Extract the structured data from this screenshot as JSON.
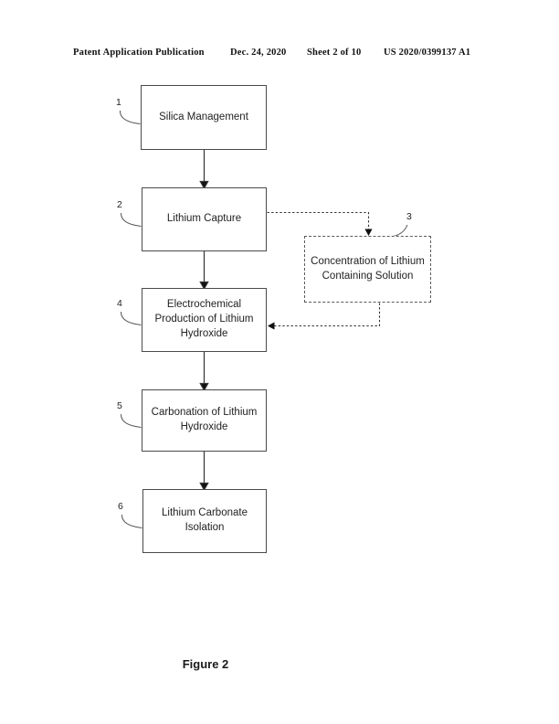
{
  "header": {
    "publication": "Patent Application Publication",
    "date": "Dec. 24, 2020",
    "sheet": "Sheet 2 of 10",
    "patent_number": "US 2020/0399137 A1"
  },
  "figure": {
    "caption": "Figure 2"
  },
  "flowchart": {
    "boxes": [
      {
        "ref": "1",
        "style": "solid",
        "lines": [
          "Silica Management"
        ]
      },
      {
        "ref": "2",
        "style": "solid",
        "lines": [
          "Lithium Capture"
        ]
      },
      {
        "ref": "3",
        "style": "dashed",
        "lines": [
          "Concentration of Lithium",
          "Containing Solution"
        ]
      },
      {
        "ref": "4",
        "style": "solid",
        "lines": [
          "Electrochemical",
          "Production of Lithium",
          "Hydroxide"
        ]
      },
      {
        "ref": "5",
        "style": "solid",
        "lines": [
          "Carbonation of Lithium",
          "Hydroxide"
        ]
      },
      {
        "ref": "6",
        "style": "solid",
        "lines": [
          "Lithium Carbonate",
          "Isolation"
        ]
      }
    ],
    "connections": [
      {
        "from": "1",
        "to": "2",
        "style": "solid"
      },
      {
        "from": "2",
        "to": "3",
        "style": "dashed"
      },
      {
        "from": "2",
        "to": "4",
        "style": "solid"
      },
      {
        "from": "3",
        "to": "4",
        "style": "dashed"
      },
      {
        "from": "4",
        "to": "5",
        "style": "solid"
      },
      {
        "from": "5",
        "to": "6",
        "style": "solid"
      }
    ],
    "colors": {
      "line": "#333333",
      "box_border": "#4a4a4a",
      "text": "#222222",
      "background": "#ffffff"
    }
  }
}
